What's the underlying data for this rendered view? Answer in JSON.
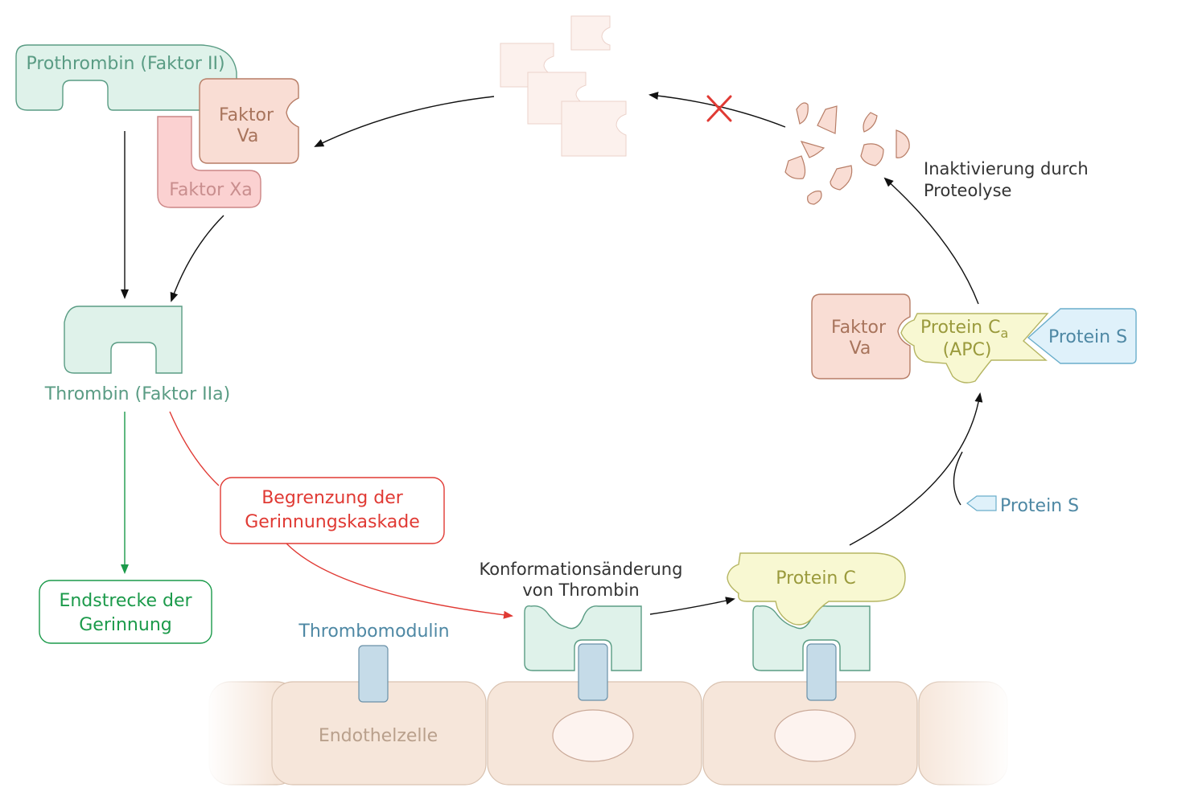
{
  "molecules": {
    "prothrombin": "Prothrombin (Faktor II)",
    "faktor_va_top_line1": "Faktor",
    "faktor_va_top_line2": "Va",
    "faktor_xa": "Faktor Xa",
    "thrombin": "Thrombin (Faktor IIa)",
    "thrombomodulin": "Thrombomodulin",
    "protein_c": "Protein C",
    "protein_s_free": "Protein S",
    "faktor_va_complex_line1": "Faktor",
    "faktor_va_complex_line2": "Va",
    "apc_line1": "Protein C",
    "apc_subscript": "a",
    "apc_line2": "(APC)",
    "protein_s_complex": "Protein S",
    "endothelzelle": "Endothelzelle"
  },
  "annotations": {
    "inaktivierung_line1": "Inaktivierung durch",
    "inaktivierung_line2": "Proteolyse",
    "konformation_line1": "Konformationsänderung",
    "konformation_line2": "von Thrombin"
  },
  "boxes": {
    "begrenzung_line1": "Begrenzung der",
    "begrenzung_line2": "Gerinnungskaskade",
    "endstrecke_line1": "Endstrecke der",
    "endstrecke_line2": "Gerinnung"
  },
  "colors": {
    "thrombin_fill": "#dff2ea",
    "thrombin_stroke": "#5a9c84",
    "faktor_va_fill": "#f9ddd4",
    "faktor_xa_fill": "#fbd1d1",
    "protein_c_fill": "#f8f8d2",
    "protein_s_fill": "#dff1fa",
    "thrombomodulin_fill": "#c5dbe8",
    "cell_fill": "#f6e6da",
    "inhibition_red": "#e03a34",
    "endstrecke_green": "#1b9a4a"
  }
}
